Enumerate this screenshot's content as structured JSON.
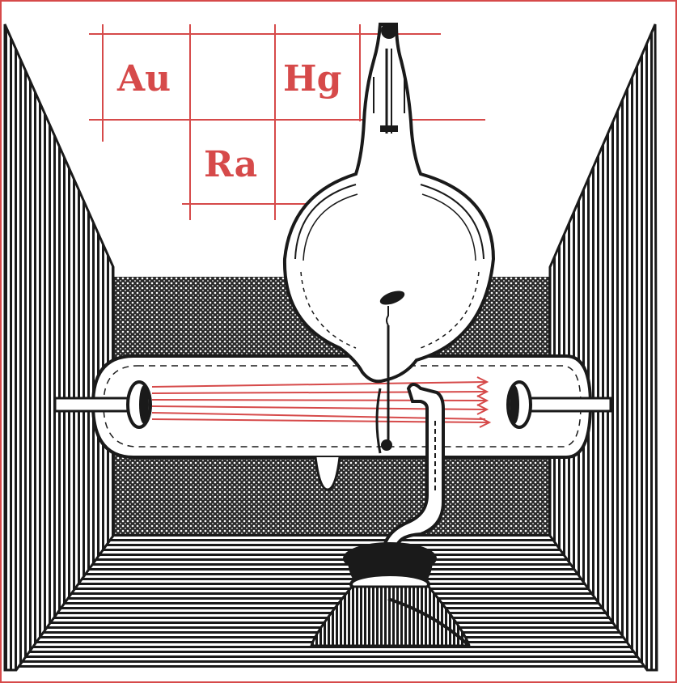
{
  "periodic_grid": {
    "cells": [
      {
        "symbol": "Au"
      },
      {
        "symbol": "Hg"
      },
      {
        "symbol": "Ra"
      }
    ]
  },
  "colors": {
    "ink": "#1a1a1a",
    "accent_red": "#d64a4a",
    "paper": "#ffffff"
  }
}
